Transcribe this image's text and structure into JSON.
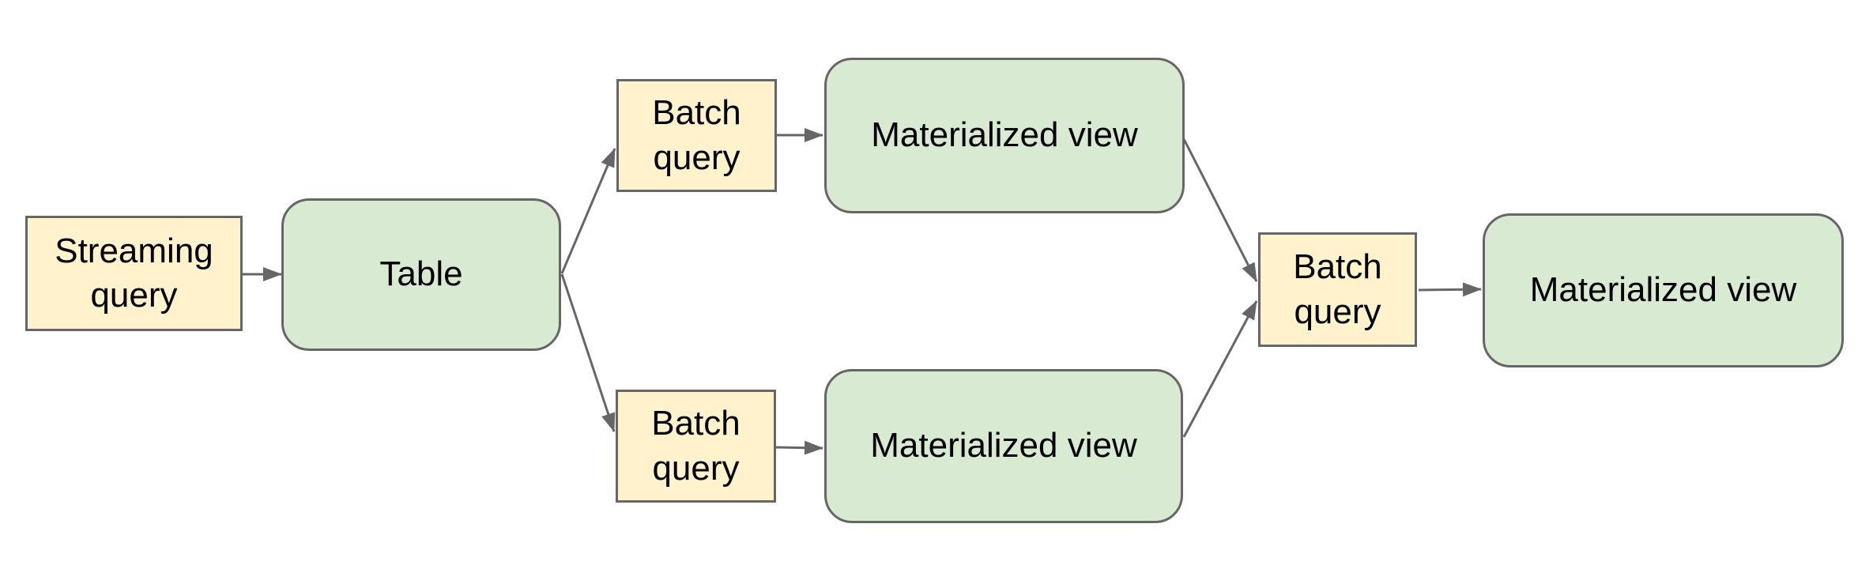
{
  "diagram": {
    "description": "Streaming query feeds a table; batch queries derive materialized views that are combined by a final batch query into a final materialized view",
    "colors": {
      "background": "#ffffff",
      "query_fill": "#fff2cc",
      "view_fill": "#d9ead3",
      "border": "#666666",
      "arrow": "#666666",
      "text": "#000000"
    },
    "nodes": {
      "streaming_query": {
        "label": "Streaming query",
        "type": "query",
        "shape": "rectangle"
      },
      "table": {
        "label": "Table",
        "type": "table",
        "shape": "rounded-rectangle"
      },
      "batch_query_top": {
        "label": "Batch query",
        "type": "query",
        "shape": "rectangle"
      },
      "materialized_view_top": {
        "label": "Materialized view",
        "type": "view",
        "shape": "rounded-rectangle"
      },
      "batch_query_bottom": {
        "label": "Batch query",
        "type": "query",
        "shape": "rectangle"
      },
      "materialized_view_bottom": {
        "label": "Materialized view",
        "type": "view",
        "shape": "rounded-rectangle"
      },
      "batch_query_final": {
        "label": "Batch query",
        "type": "query",
        "shape": "rectangle"
      },
      "materialized_view_final": {
        "label": "Materialized view",
        "type": "view",
        "shape": "rounded-rectangle"
      }
    },
    "edges": [
      {
        "from": "streaming_query",
        "to": "table"
      },
      {
        "from": "table",
        "to": "batch_query_top"
      },
      {
        "from": "table",
        "to": "batch_query_bottom"
      },
      {
        "from": "batch_query_top",
        "to": "materialized_view_top"
      },
      {
        "from": "batch_query_bottom",
        "to": "materialized_view_bottom"
      },
      {
        "from": "materialized_view_top",
        "to": "batch_query_final"
      },
      {
        "from": "materialized_view_bottom",
        "to": "batch_query_final"
      },
      {
        "from": "batch_query_final",
        "to": "materialized_view_final"
      }
    ]
  }
}
